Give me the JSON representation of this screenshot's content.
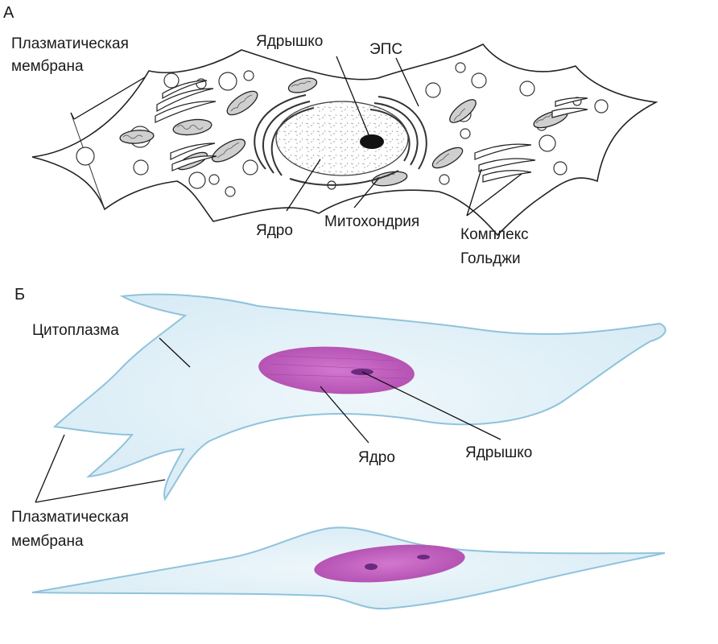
{
  "panel_a": {
    "letter": "А",
    "labels": {
      "plasma_membrane_line1": "Плазматическая",
      "plasma_membrane_line2": "мембрана",
      "nucleolus": "Ядрышко",
      "er": "ЭПС",
      "nucleus": "Ядро",
      "mitochondrion": "Митохондрия",
      "golgi_line1": "Комплекс",
      "golgi_line2": "Гольджи"
    }
  },
  "panel_b": {
    "letter": "Б",
    "labels": {
      "cytoplasm": "Цитоплазма",
      "nucleus": "Ядро",
      "nucleolus": "Ядрышко",
      "plasma_membrane_line1": "Плазматическая",
      "plasma_membrane_line2": "мембрана"
    }
  },
  "colors": {
    "cell_fill": "#e3f1f8",
    "cell_edge": "#8fc3dc",
    "nucleus_fill": "#c35ec0",
    "nucleolus_fill": "#7a2f8a",
    "ink": "#222222"
  }
}
